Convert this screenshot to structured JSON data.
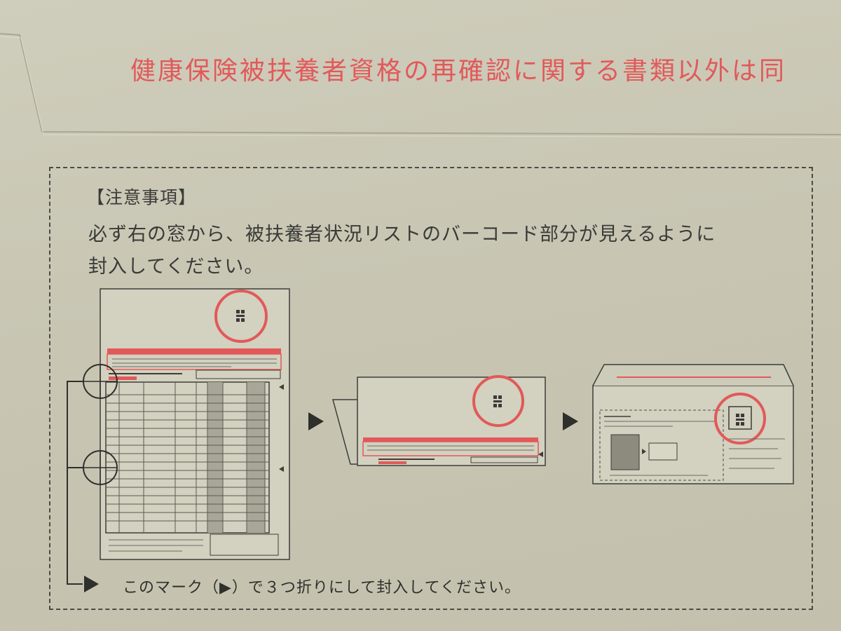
{
  "envelope": {
    "warning_text": "健康保険被扶養者資格の再確認に関する書類以外は同"
  },
  "notice": {
    "title": "【注意事項】",
    "line1": "必ず右の窓から、被扶養者状況リストのバーコード部分が見えるように",
    "line2": "封入してください。",
    "fold_instruction": "このマーク（▶）で３つ折りにして封入してください。"
  },
  "colors": {
    "red_print": "#e2595a",
    "dark_print": "#3a3a37",
    "paper": "#cfcdbb"
  }
}
